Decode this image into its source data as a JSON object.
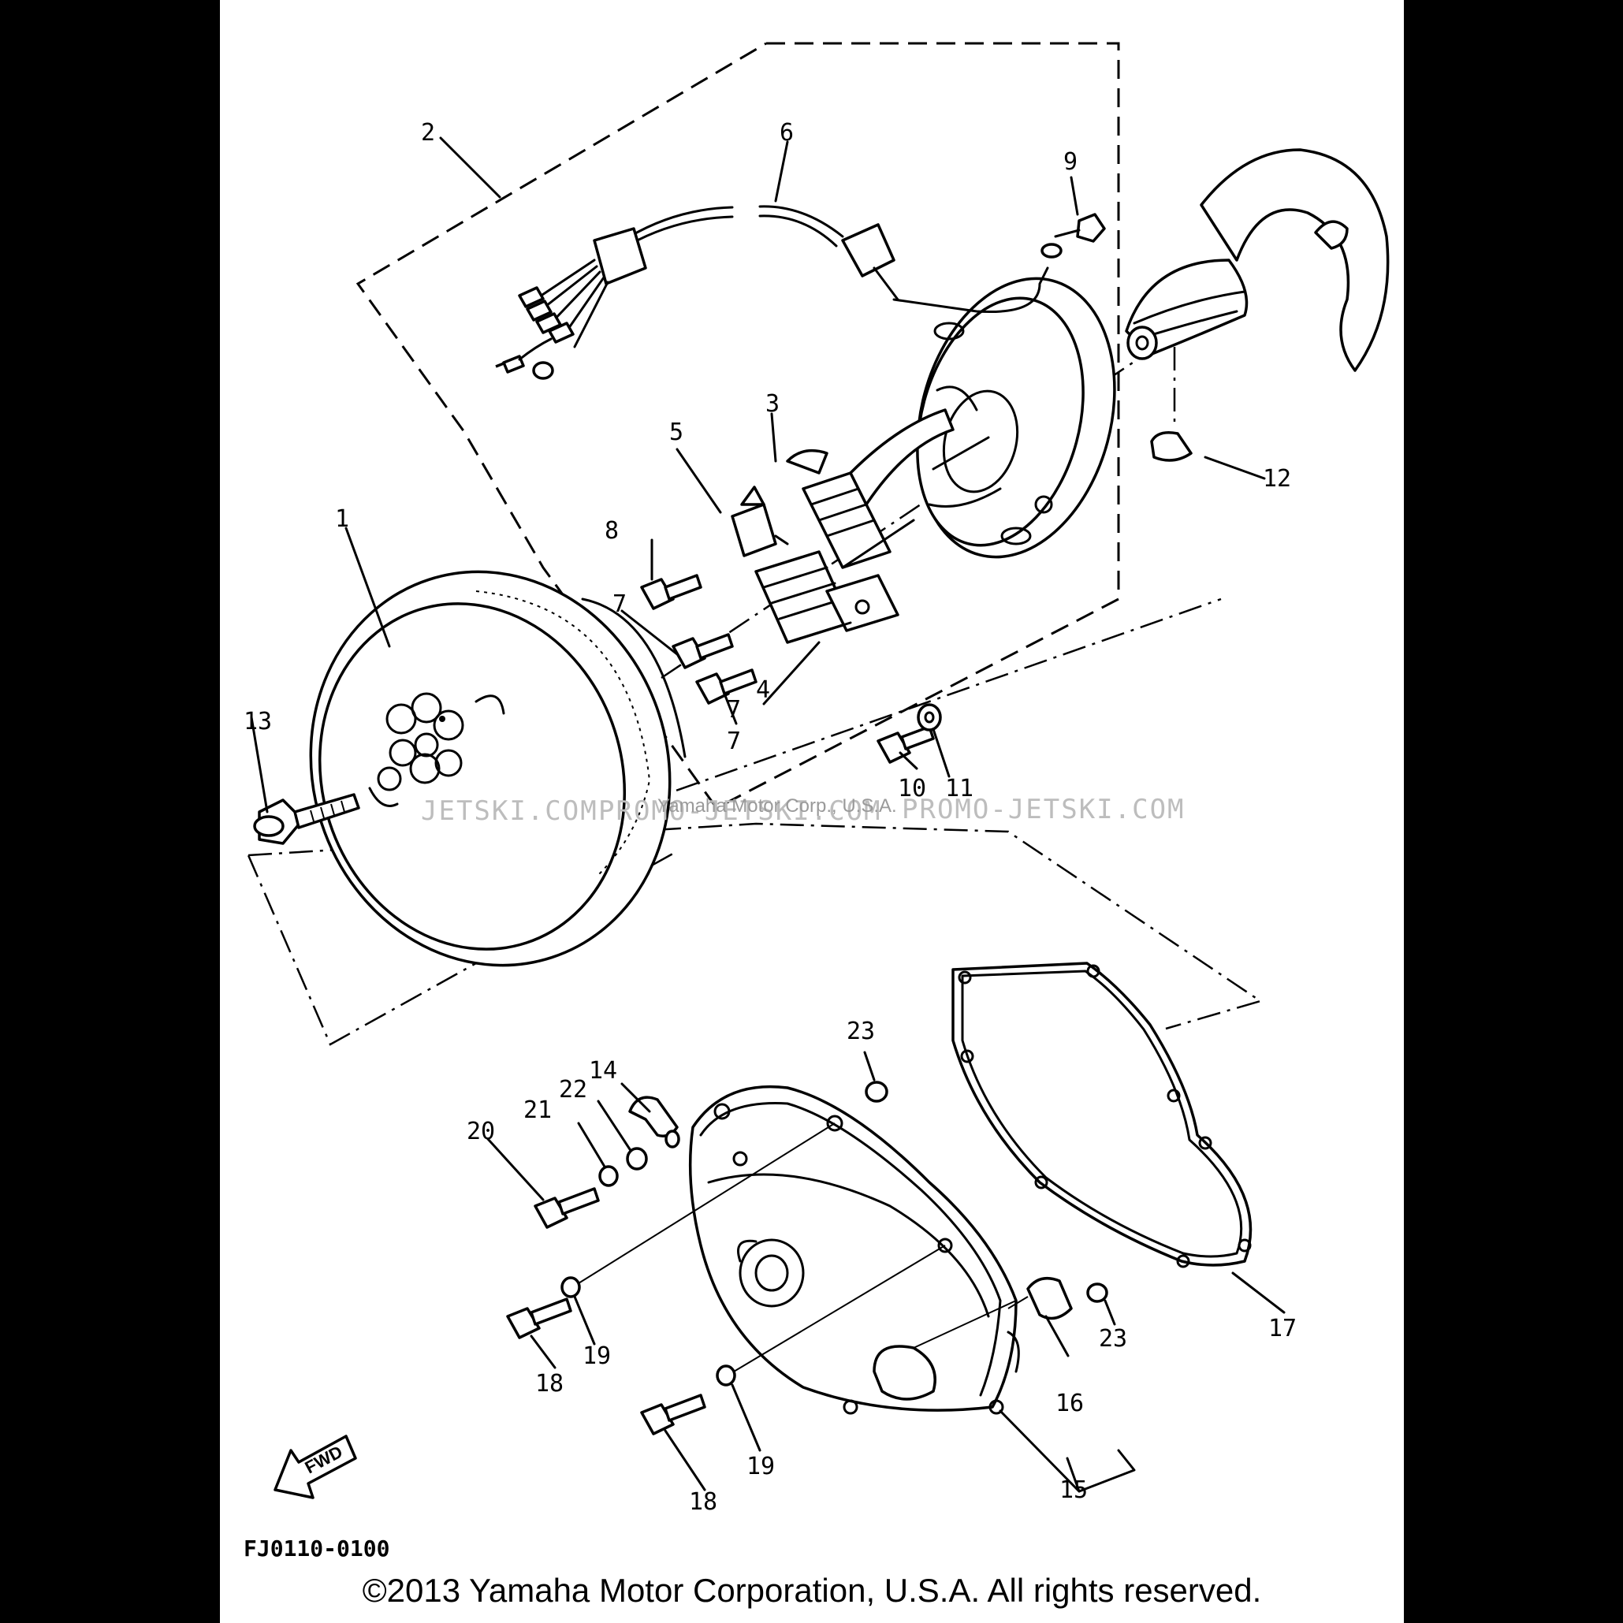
{
  "drawing_code": "FJ0110-0100",
  "copyright": "©2013 Yamaha Motor Corporation, U.S.A. All rights reserved.",
  "fwd_label": "FWD",
  "watermark": {
    "left": "JETSKI.COM",
    "middle": "PROMO-JETSKI.COM",
    "right": "PROMO-JETSKI.COM",
    "overlay": "Yamaha Motor Corp., U.S.A."
  },
  "callouts": {
    "c1": "1",
    "c2": "2",
    "c3": "3",
    "c4": "4",
    "c5": "5",
    "c6": "6",
    "c7a": "7",
    "c7b": "7",
    "c7c": "7",
    "c8": "8",
    "c9": "9",
    "c10": "10",
    "c11": "11",
    "c12": "12",
    "c13": "13",
    "c14": "14",
    "c15": "15",
    "c16": "16",
    "c17": "17",
    "c18a": "18",
    "c18b": "18",
    "c19a": "19",
    "c19b": "19",
    "c20": "20",
    "c21": "21",
    "c22": "22",
    "c23a": "23",
    "c23b": "23"
  }
}
